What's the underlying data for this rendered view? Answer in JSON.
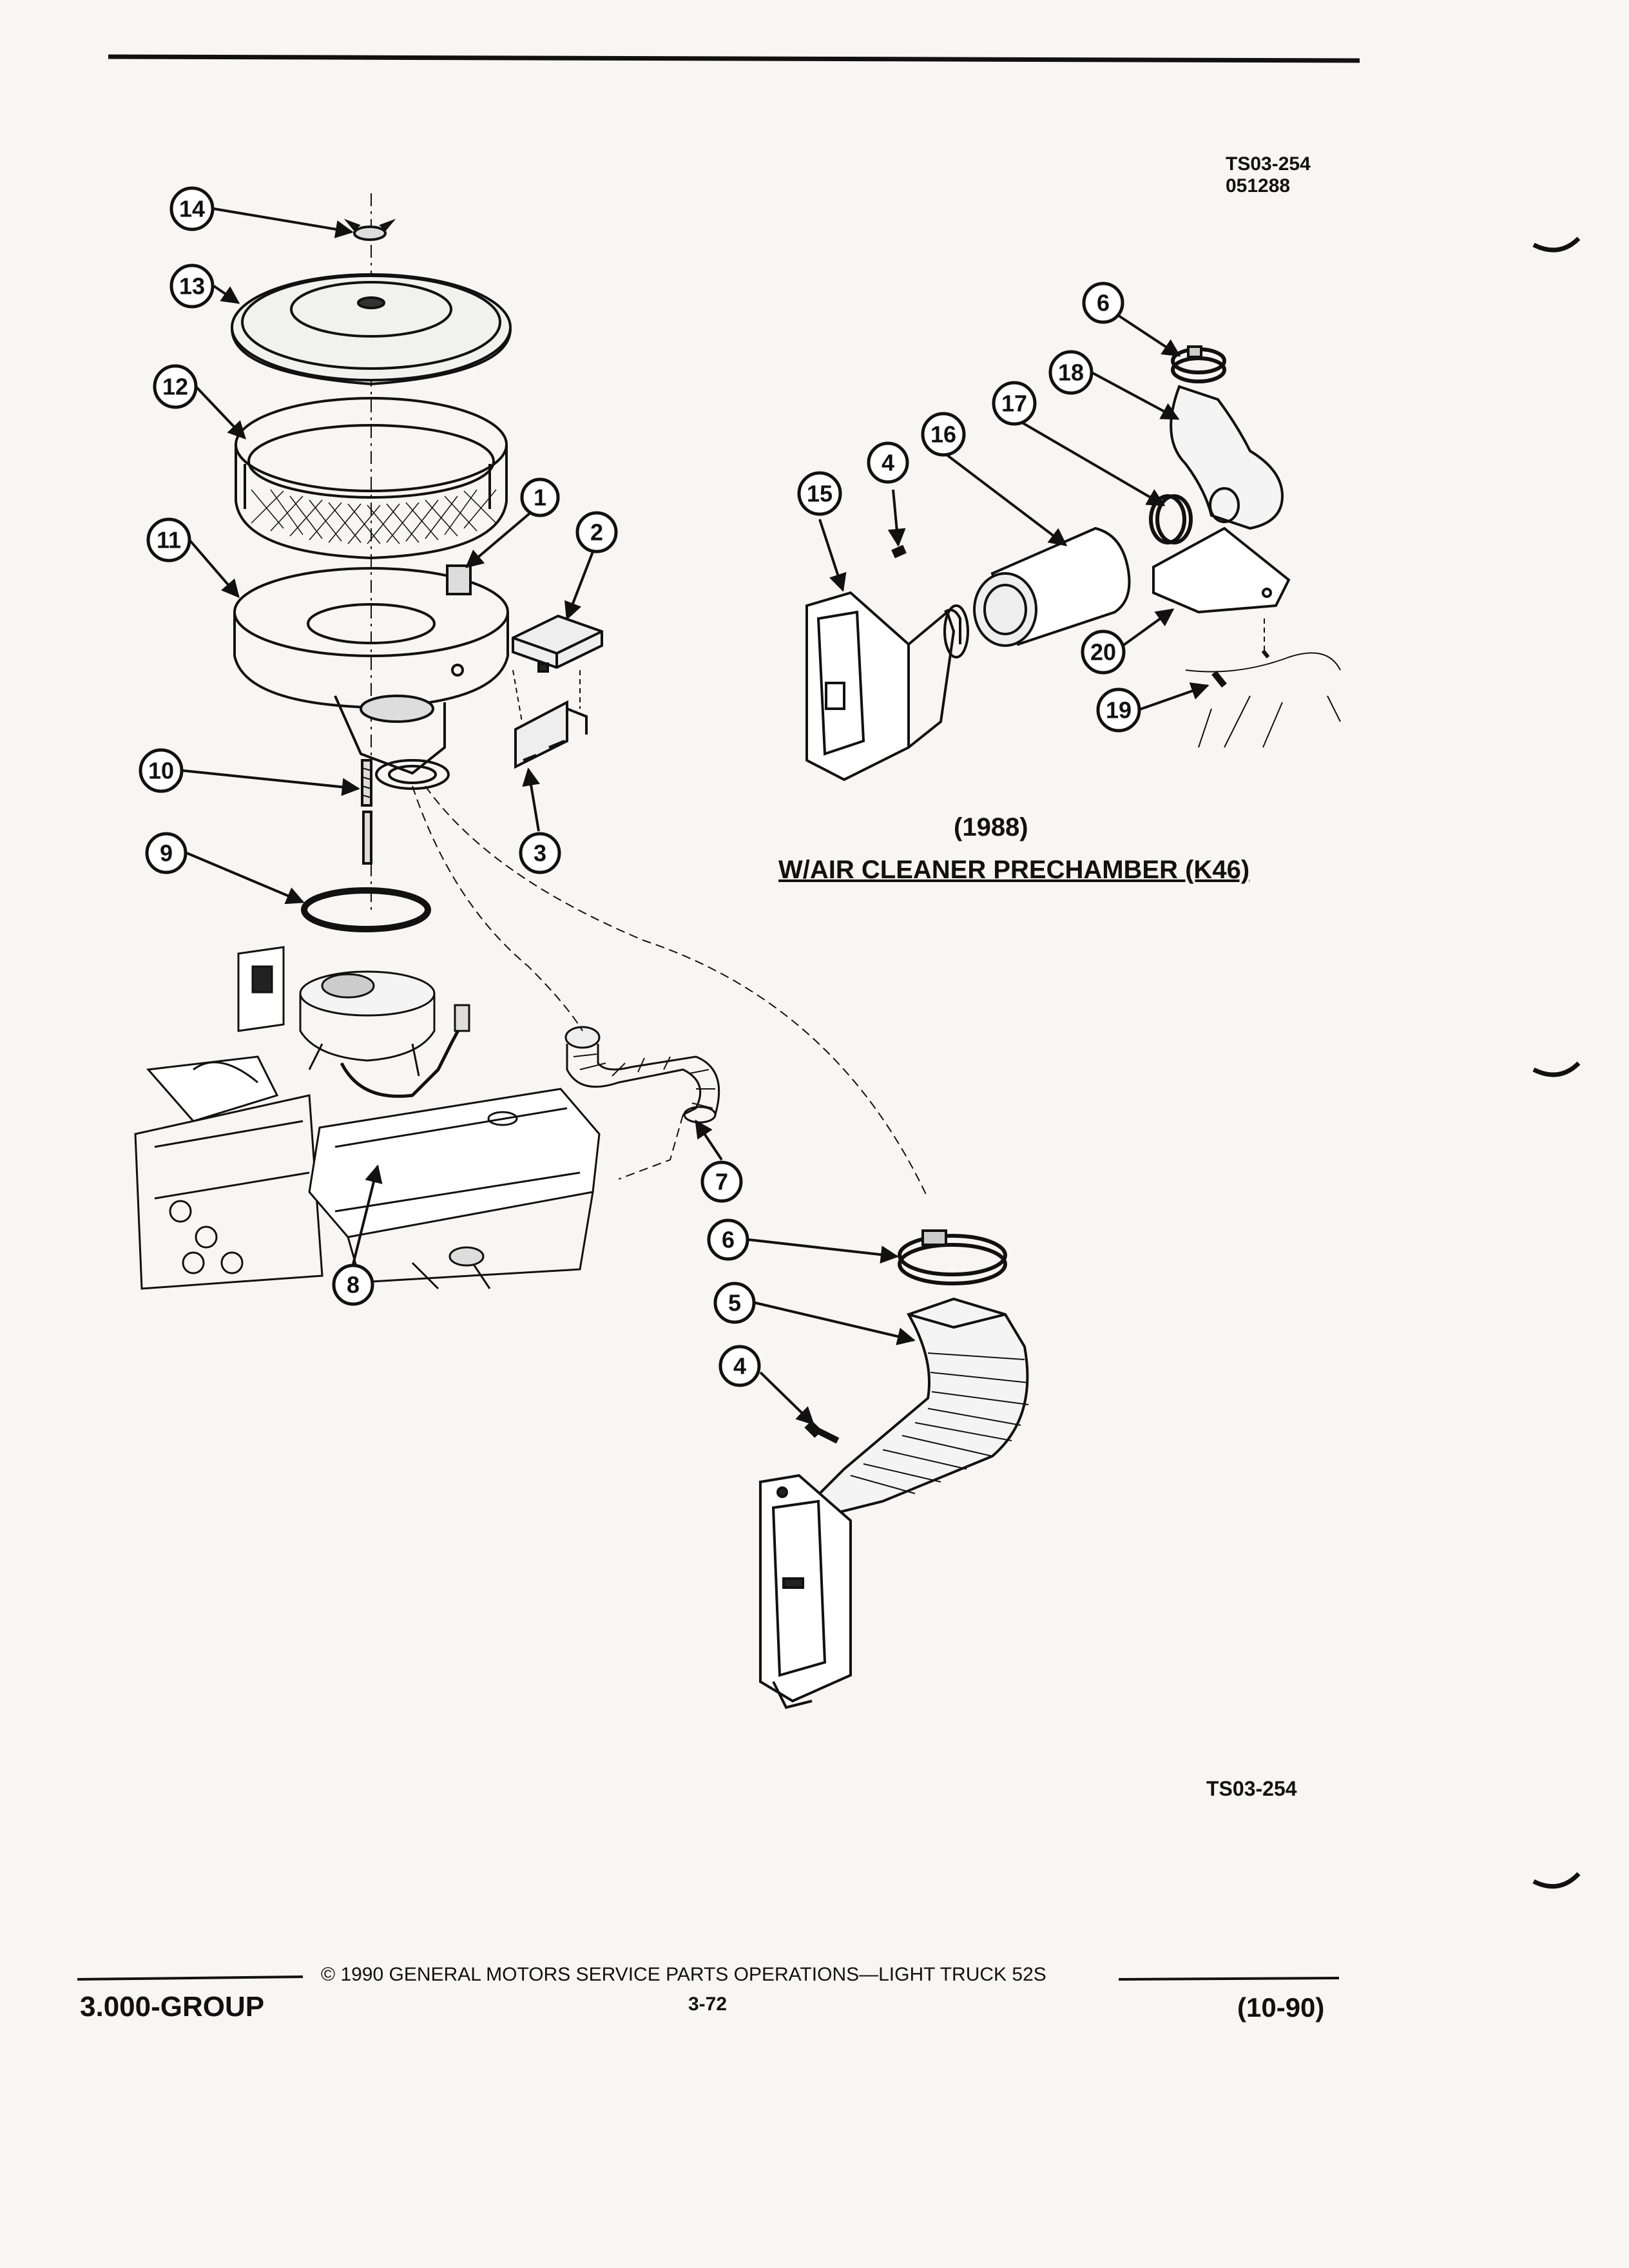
{
  "header": {
    "drawing_code": "TS03-254",
    "date_code": "051288"
  },
  "callouts": {
    "c1": "1",
    "c2": "2",
    "c3": "3",
    "c4": "4",
    "c5": "5",
    "c6": "6",
    "c7": "7",
    "c8": "8",
    "c9": "9",
    "c10": "10",
    "c11": "11",
    "c12": "12",
    "c13": "13",
    "c14": "14",
    "c15": "15",
    "c16": "16",
    "c17": "17",
    "c18": "18",
    "c19": "19",
    "c20": "20"
  },
  "inset": {
    "year": "(1988)",
    "title": "W/AIR CLEANER  PRECHAMBER (K46)"
  },
  "drawing_code_bottom": "TS03-254",
  "footer": {
    "group": "3.000-GROUP",
    "copyright": "© 1990  GENERAL MOTORS SERVICE PARTS OPERATIONS—LIGHT TRUCK 52S",
    "page": "3-72",
    "date": "(10-90)"
  }
}
